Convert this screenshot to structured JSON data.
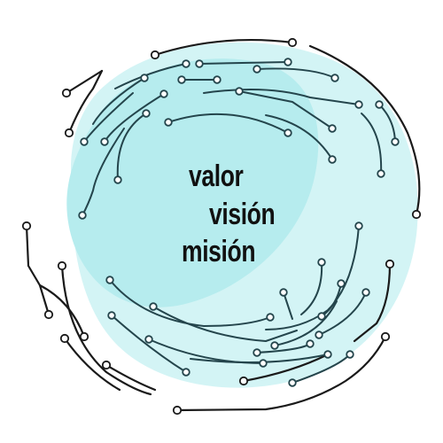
{
  "words": {
    "first": "valor",
    "second": "visión",
    "third": "misión"
  },
  "colors": {
    "blob_light": "#d3f4f5",
    "blob_main": "#b6ecee",
    "trace_outer": "#1a1a1a",
    "trace_inner": "#24454c",
    "text": "#111111"
  },
  "icons": [
    "circuit-trace-icon",
    "circuit-node-icon"
  ]
}
